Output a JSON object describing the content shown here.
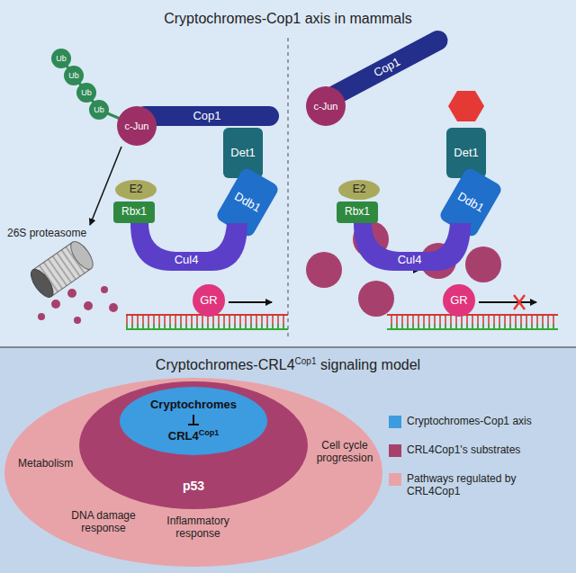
{
  "diagram": {
    "title": "Cryptochromes-Cop1 axis in mammals",
    "nodes": [
      {
        "text": [
          "Cop1"
        ]
      },
      {
        "text": [
          "c-Jun"
        ]
      },
      {
        "text": [
          "Ub"
        ]
      },
      {
        "text": [
          "Ub"
        ]
      },
      {
        "text": [
          "Ub"
        ]
      },
      {
        "text": [
          "Ub"
        ]
      },
      {
        "text": [
          "Det1"
        ]
      },
      {
        "text": [
          "Ddb1"
        ]
      },
      {
        "text": [
          "E2"
        ]
      },
      {
        "text": [
          "Rbx1"
        ]
      },
      {
        "text": [
          "Cul4"
        ]
      },
      {
        "text": [
          "GR"
        ]
      },
      {
        "text": [
          "Cop1"
        ]
      },
      {
        "text": [
          "c-Jun"
        ]
      },
      {
        "text": [
          "Det1"
        ]
      },
      {
        "text": [
          "Ddb1"
        ]
      },
      {
        "text": [
          "E2"
        ]
      },
      {
        "text": [
          "Rbx1"
        ]
      },
      {
        "text": [
          "Cul4"
        ]
      },
      {
        "text": [
          "GR"
        ]
      },
      {
        "text": [
          "Metabolism",
          "DNA damage response",
          "Inflammatory response",
          "Cell cycle progression"
        ]
      },
      {
        "text": [
          "p53"
        ],
        "in": 20
      },
      {
        "text": [
          "Cryptochromes",
          "CRL4",
          "Cop1"
        ],
        "in": 21
      }
    ],
    "labels": [
      "26S proteasome",
      "Cryptochromes-CRL4",
      "Cop1",
      "signaling model"
    ],
    "legend": [
      {
        "text": "Cryptochromes-Cop1 axis",
        "color": "#3d9be0"
      },
      {
        "text": "CRL4Cop1's substrates",
        "color": "#a8406e"
      },
      {
        "text": "Pathways regulated by CRL4Cop1",
        "color": "#e8a3a8"
      }
    ]
  }
}
